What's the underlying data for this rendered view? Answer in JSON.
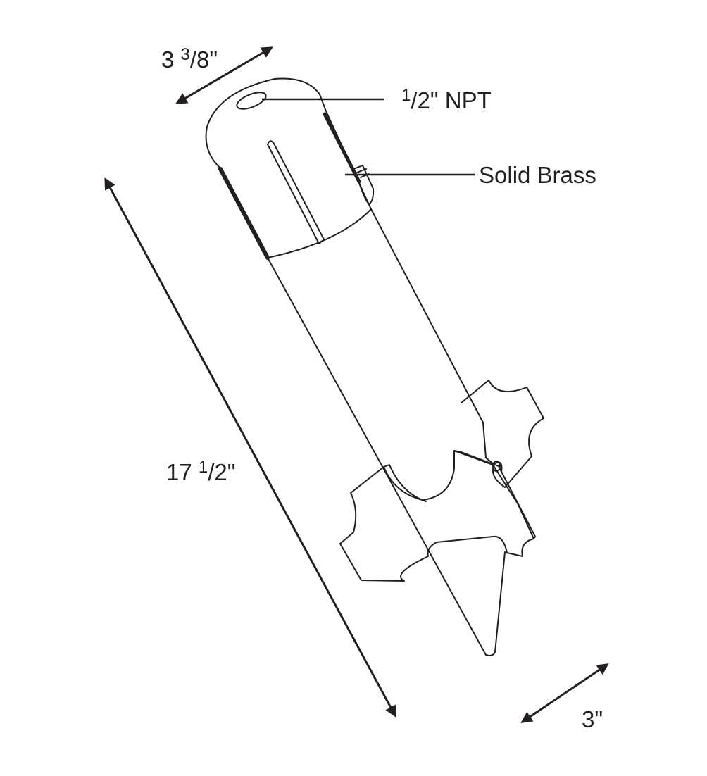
{
  "colors": {
    "line": "#231f20",
    "background": "#ffffff"
  },
  "labels": {
    "top_width": {
      "whole": "3",
      "num": "3",
      "den": "/8\""
    },
    "npt": {
      "num": "1",
      "den": "/2\" NPT"
    },
    "brass": "Solid Brass",
    "length": {
      "whole": "17",
      "num": "1",
      "den": "/2\""
    },
    "bottom_width": "3\""
  }
}
